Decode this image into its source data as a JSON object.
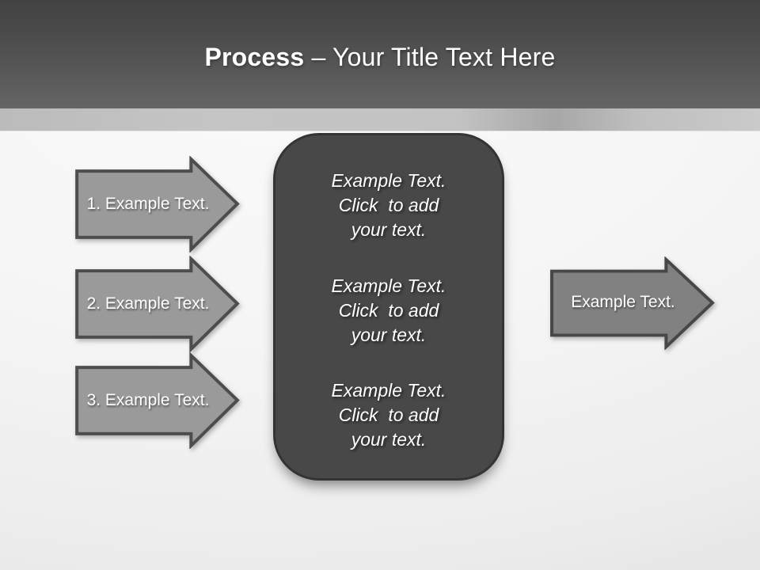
{
  "slide": {
    "title": {
      "bold": "Process",
      "rest": " – Your Title Text Here"
    },
    "left_arrows": [
      {
        "label": "1. Example Text."
      },
      {
        "label": "2. Example Text."
      },
      {
        "label": "3. Example Text."
      }
    ],
    "center_box": {
      "blocks": [
        {
          "lines": [
            "Example Text.",
            "Click  to add",
            "your text."
          ]
        },
        {
          "lines": [
            "Example Text.",
            "Click  to add",
            "your text."
          ]
        },
        {
          "lines": [
            "Example Text.",
            "Click  to add",
            "your text."
          ]
        }
      ]
    },
    "right_arrow": {
      "label": "Example Text."
    },
    "colors": {
      "header_top": "#424242",
      "header_bottom": "#656565",
      "stripe": "#c3c3c3",
      "body_bg": "#f5f5f5",
      "left_arrow_fill": "#9a9a9a",
      "left_arrow_border": "#4d4d4d",
      "right_arrow_fill": "#818181",
      "right_arrow_border": "#474747",
      "box_fill": "#484848",
      "box_border": "#343434",
      "text": "#ffffff"
    }
  }
}
